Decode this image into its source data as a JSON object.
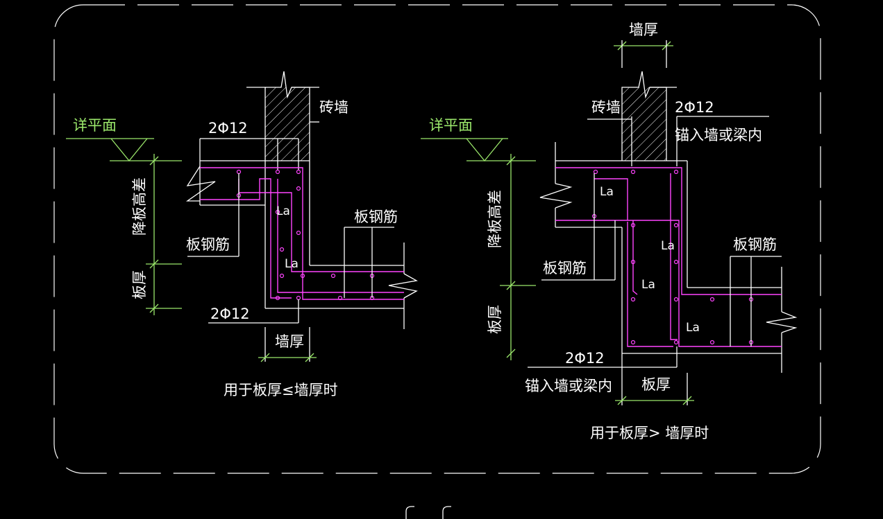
{
  "left_detail": {
    "brick_wall": "砖墙",
    "rebar_top": "2Φ12",
    "ref_plan": "详平面",
    "drop_height": "降板高差",
    "slab_thickness": "板厚",
    "slab_rebar_left": "板钢筋",
    "slab_rebar_right": "板钢筋",
    "anchor_1": "La",
    "anchor_2": "La",
    "rebar_bottom": "2Φ12",
    "wall_thickness": "墙厚",
    "caption": "用于板厚≤墙厚时"
  },
  "right_detail": {
    "wall_thickness": "墙厚",
    "brick_wall": "砖墙",
    "rebar_top": "2Φ12",
    "anchor_note_top": "锚入墙或梁内",
    "ref_plan": "详平面",
    "drop_height": "降板高差",
    "slab_thickness_side": "板厚",
    "slab_rebar_left": "板钢筋",
    "slab_rebar_right": "板钢筋",
    "anchor_1": "La",
    "anchor_2": "La",
    "anchor_3": "La",
    "anchor_4": "La",
    "rebar_bottom": "2Φ12",
    "anchor_note_bottom": "锚入墙或梁内",
    "slab_thickness_bottom": "板厚",
    "caption": "用于板厚> 墙厚时"
  },
  "colors": {
    "background": "#000000",
    "lines": "#ffffff",
    "dimension": "#9be86b",
    "rebar": "#ff44ff"
  }
}
